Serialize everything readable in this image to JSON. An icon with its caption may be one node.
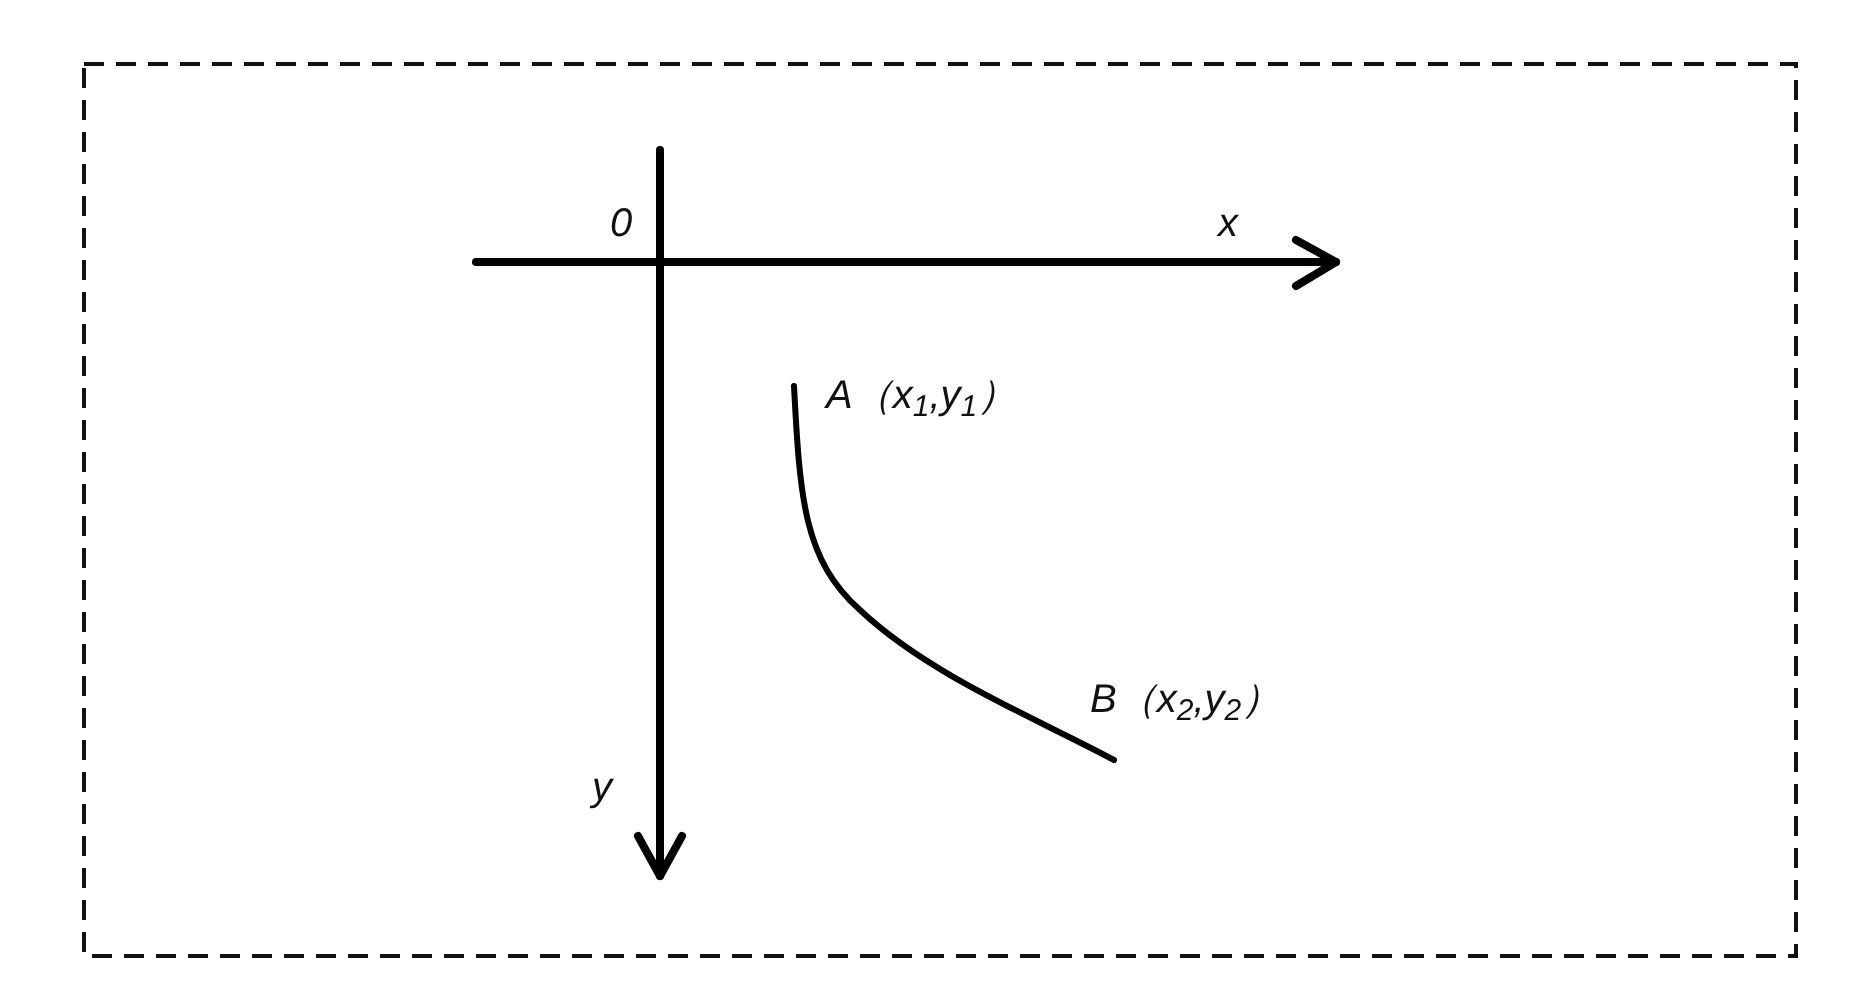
{
  "diagram": {
    "labels": [
      "0",
      "x",
      "A（x$_{1}$,y$_{1}$）",
      "B（x$_{2}$,y$_{2}$）",
      "y"
    ]
  }
}
